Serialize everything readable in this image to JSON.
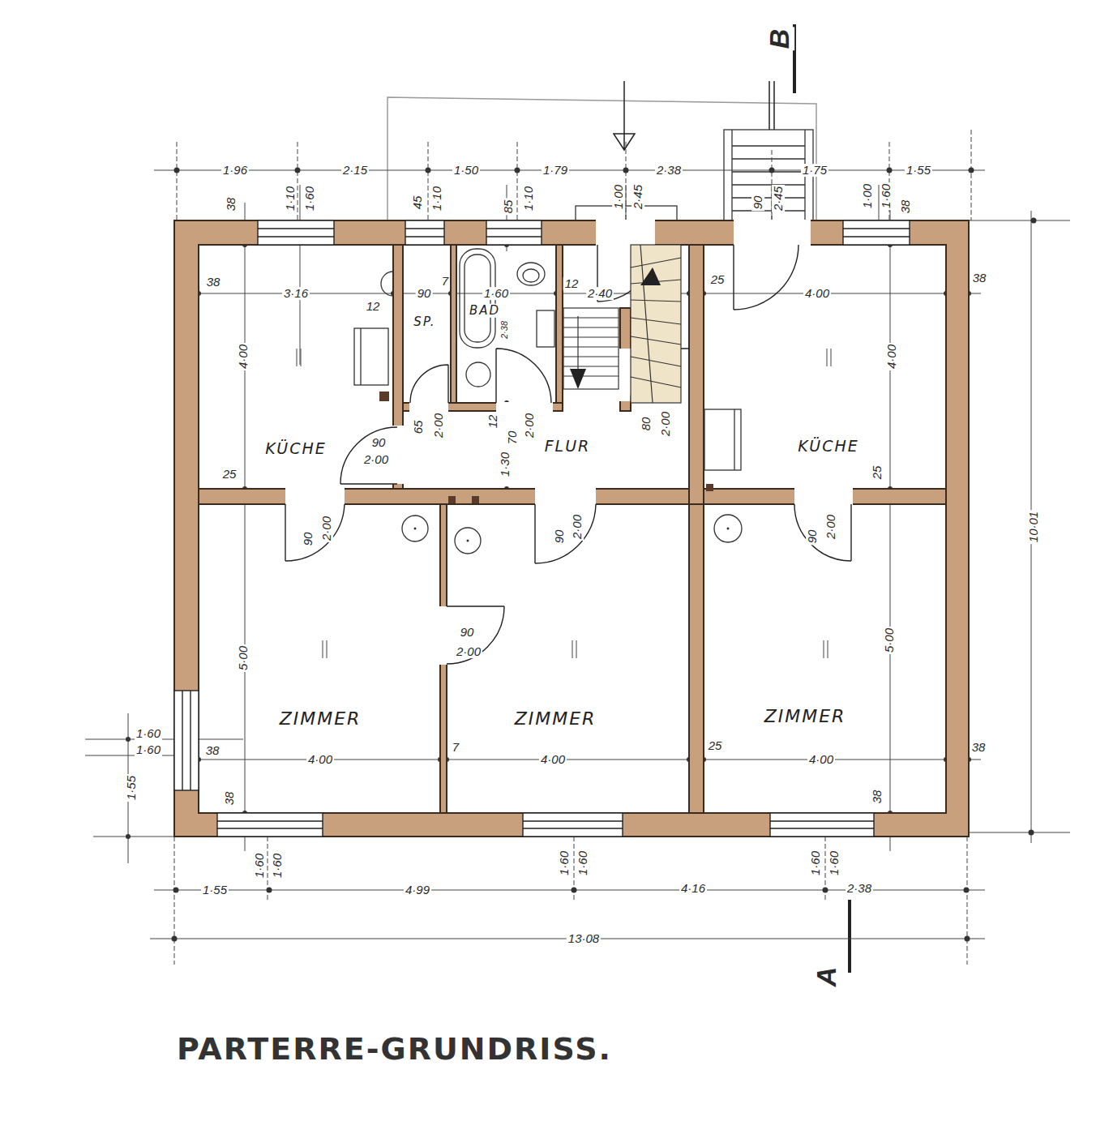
{
  "diagram": {
    "title": "PARTERRE-GRUNDRISS.",
    "nodes": [
      {
        "text": [
          "KÜCHE"
        ]
      },
      {
        "text": [
          "SP."
        ]
      },
      {
        "text": [
          "BAD"
        ]
      },
      {
        "text": [
          "FLUR"
        ]
      },
      {
        "text": [
          "KÜCHE"
        ]
      },
      {
        "text": [
          "ZIMMER"
        ]
      },
      {
        "text": [
          "ZIMMER"
        ]
      },
      {
        "text": [
          "ZIMMER"
        ]
      }
    ],
    "labels": [
      "1·96",
      "2·15",
      "1·50",
      "1·79",
      "2·38",
      "1·75",
      "1·55",
      "38",
      "1·10",
      "1·60",
      "45",
      "1·10",
      "85",
      "1·10",
      "1·00",
      "2·45",
      "90",
      "2·45",
      "1·00",
      "1·60",
      "38",
      "38",
      "3·16",
      "12",
      "90",
      "7",
      "1·60",
      "12",
      "2·40",
      "25",
      "4·00",
      "38",
      "2·38",
      "4·00",
      "4·00",
      "25",
      "90",
      "2·00",
      "65",
      "2·00",
      "12",
      "70",
      "2·00",
      "1·30",
      "80",
      "2·00",
      "25",
      "90",
      "2·00",
      "90",
      "2·00",
      "90",
      "2·00",
      "90",
      "2·00",
      "5·00",
      "5·00",
      "1·60",
      "1·60",
      "38",
      "4·00",
      "7",
      "4·00",
      "25",
      "4·00",
      "38",
      "1·55",
      "38",
      "38",
      "1·60",
      "1·60",
      "1·60",
      "1·60",
      "1·60",
      "1·60",
      "1·55",
      "4·99",
      "4·16",
      "2·38",
      "13·08",
      "10·01",
      "A",
      "B"
    ]
  }
}
